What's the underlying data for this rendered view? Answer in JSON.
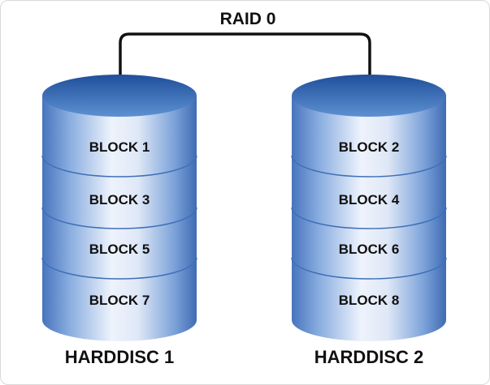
{
  "diagram": {
    "title": "RAID 0",
    "colors": {
      "disk_light": "#e9f0fb",
      "disk_mid": "#8fb1e1",
      "disk_dark": "#3f6fb6",
      "top_light": "#5a8fd1",
      "top_dark": "#1f4f9a",
      "connector": "#111111",
      "text": "#111111"
    },
    "disks": [
      {
        "label": "HARDDISC 1",
        "blocks": [
          "BLOCK 1",
          "BLOCK 3",
          "BLOCK 5",
          "BLOCK 7"
        ]
      },
      {
        "label": "HARDDISC 2",
        "blocks": [
          "BLOCK 2",
          "BLOCK 4",
          "BLOCK 6",
          "BLOCK 8"
        ]
      }
    ]
  }
}
